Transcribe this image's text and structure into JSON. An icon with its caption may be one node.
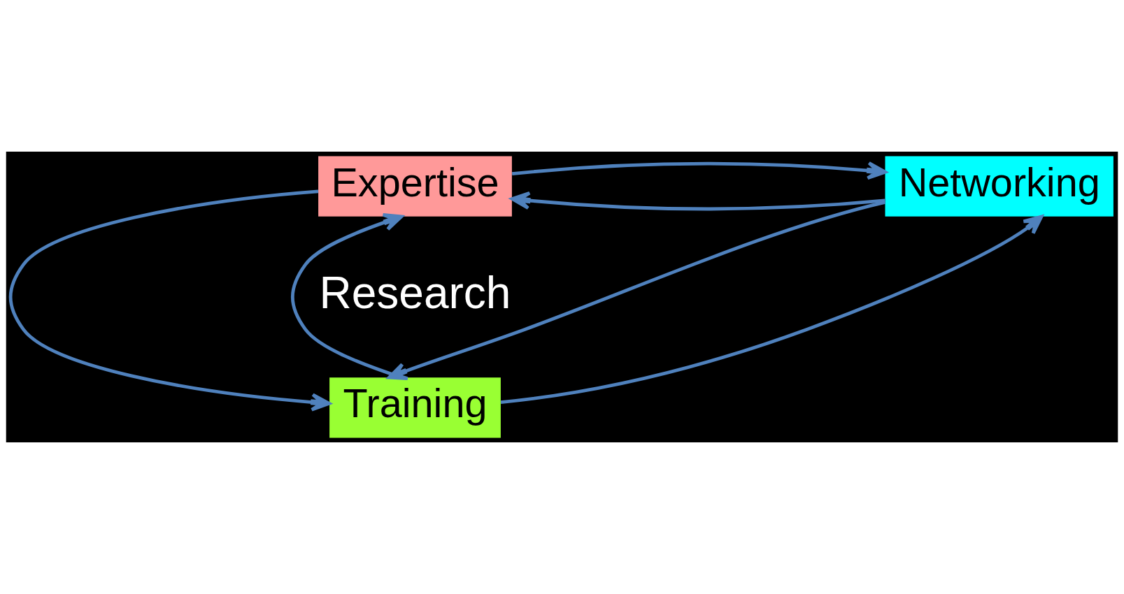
{
  "diagram": {
    "nodes": [
      {
        "text": [
          "Expertise"
        ]
      },
      {
        "text": [
          "Networking"
        ]
      },
      {
        "text": [
          "Training"
        ]
      }
    ],
    "edges": [
      {
        "from": 1,
        "to": 0,
        "arrow": "to"
      },
      {
        "from": 0,
        "to": 1,
        "arrow": "to"
      },
      {
        "from": 2,
        "to": 0,
        "arrow": "to"
      },
      {
        "from": 0,
        "to": 2,
        "arrow": "to"
      },
      {
        "from": 1,
        "to": 2,
        "arrow": "to"
      },
      {
        "from": 2,
        "to": 1,
        "arrow": "to"
      }
    ],
    "labels": [
      "Research"
    ]
  }
}
